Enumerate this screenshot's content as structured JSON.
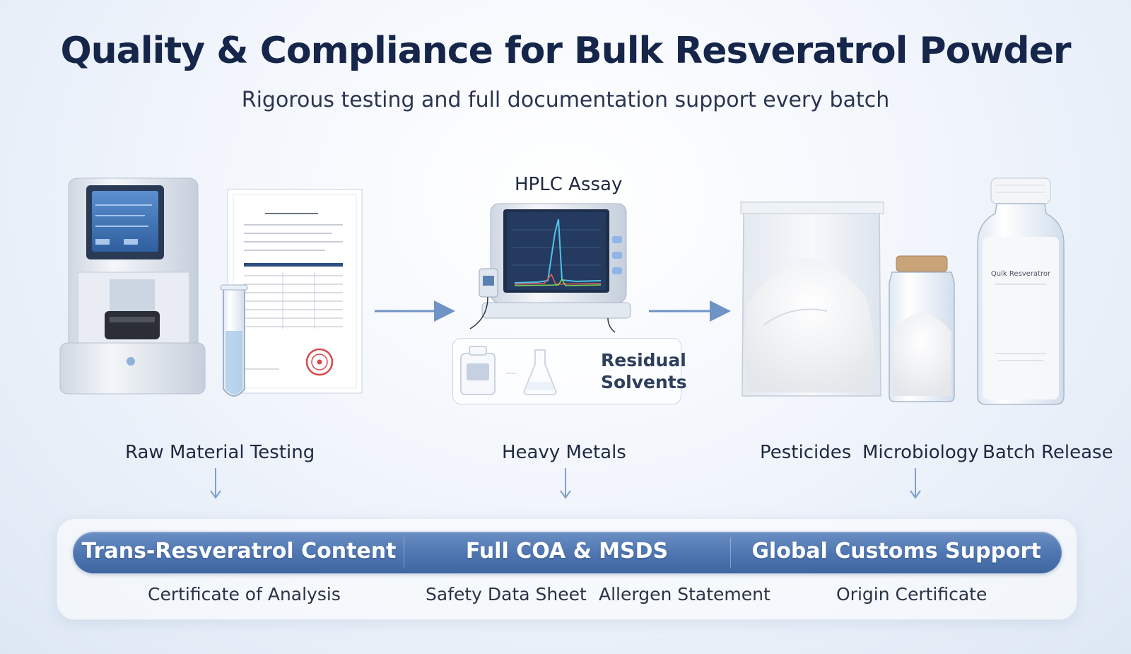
{
  "header": {
    "title": "Quality & Compliance for Bulk Resveratrol Powder",
    "subtitle": "Rigorous testing and full documentation support every batch"
  },
  "stages": {
    "raw_material_testing": "Raw Material Testing",
    "hplc_assay": "HPLC Assay",
    "heavy_metals": "Heavy Metals",
    "residual_solvents_line1": "Residual",
    "residual_solvents_line2": "Solvents",
    "pesticides": "Pesticides",
    "microbiology": "Microbiology",
    "batch_release": "Batch Release"
  },
  "illustrations": {
    "bottle_label": "Qulk Resveratror"
  },
  "pillars": [
    {
      "label": "Trans-Resveratrol Content"
    },
    {
      "label": "Full COA & MSDS"
    },
    {
      "label": "Global Customs Support"
    }
  ],
  "documents": [
    {
      "label": "Certificate of Analysis"
    },
    {
      "label": "Safety Data Sheet"
    },
    {
      "label": "Allergen Statement"
    },
    {
      "label": "Origin Certificate"
    }
  ],
  "colors": {
    "title": "#16264a",
    "pill": "#4e75b0",
    "arrow": "#6f93c4",
    "accent_seal": "#d9474a"
  }
}
